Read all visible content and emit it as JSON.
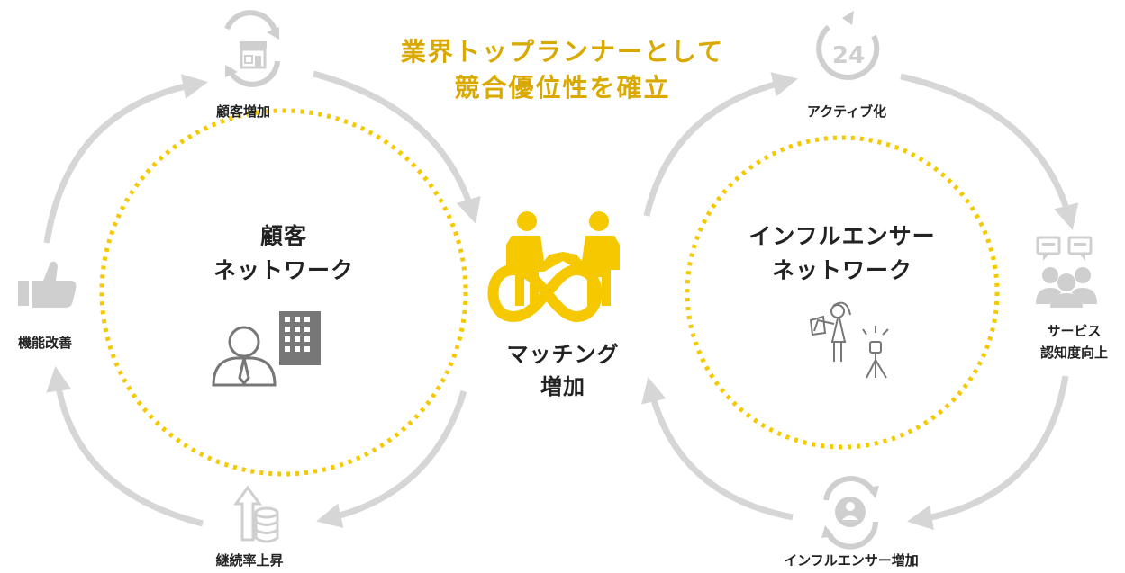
{
  "headline": {
    "line1": "業界トップランナーとして",
    "line2": "競合優位性を確立",
    "color": "#D9A900"
  },
  "colors": {
    "arrow": "#D6D6D6",
    "icon": "#CFCFCF",
    "dotted": "#F5C800",
    "accent": "#F5C800",
    "text": "#222222",
    "dark_icon": "#777777"
  },
  "left_cycle": {
    "center_label_1": "顧客",
    "center_label_2": "ネットワーク",
    "center_icons": [
      "businessperson-icon",
      "office-building-icon"
    ],
    "nodes": [
      {
        "label": "顧客増加",
        "icon": "store-refresh-icon"
      },
      {
        "label": "機能改善",
        "icon": "thumbs-up-icon"
      },
      {
        "label": "継続率上昇",
        "icon": "arrow-up-coins-icon"
      }
    ]
  },
  "center": {
    "label_1": "マッチング",
    "label_2": "増加",
    "icon": "handshake-infinity-icon"
  },
  "right_cycle": {
    "center_label_1": "インフルエンサー",
    "center_label_2": "ネットワーク",
    "center_icons": [
      "influencer-camera-icon"
    ],
    "nodes": [
      {
        "label": "アクティブ化",
        "icon": "24-hours-icon"
      },
      {
        "label": "サービス",
        "label_2": "認知度向上",
        "icon": "group-chat-icon"
      },
      {
        "label": "インフルエンサー増加",
        "icon": "person-cycle-icon"
      }
    ]
  }
}
